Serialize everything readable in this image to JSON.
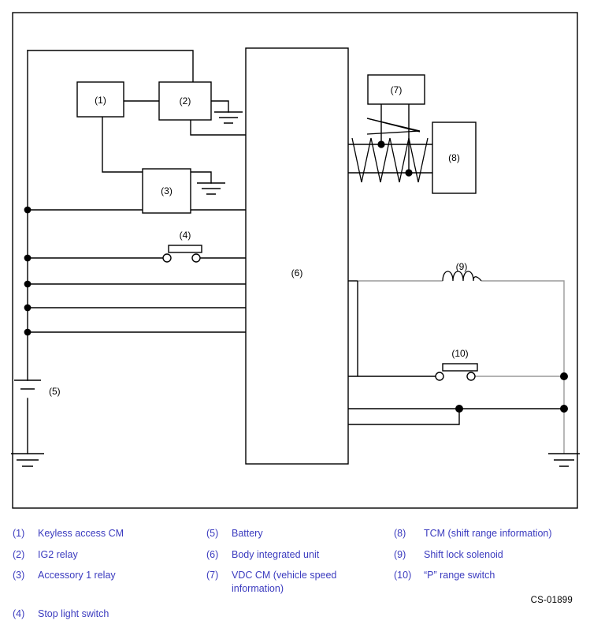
{
  "diagram": {
    "code": "CS-01899",
    "frame": {
      "color": "#000000"
    },
    "wire_colors": {
      "primary": "#000000",
      "secondary": "#9a9a9a"
    },
    "component_labels": {
      "c1": "(1)",
      "c2": "(2)",
      "c3": "(3)",
      "c4": "(4)",
      "c5": "(5)",
      "c6": "(6)",
      "c7": "(7)",
      "c8": "(8)",
      "c9": "(9)",
      "c10": "(10)"
    }
  },
  "legend": {
    "columns": [
      {
        "items": [
          {
            "num": "(1)",
            "text": "Keyless access CM"
          },
          {
            "num": "(2)",
            "text": "IG2 relay"
          },
          {
            "num": "(3)",
            "text": "Accessory 1 relay"
          },
          {
            "num": "(4)",
            "text": "Stop light switch"
          }
        ]
      },
      {
        "items": [
          {
            "num": "(5)",
            "text": "Battery"
          },
          {
            "num": "(6)",
            "text": "Body integrated unit"
          },
          {
            "num": "(7)",
            "text": "VDC CM (vehicle speed information)"
          }
        ]
      },
      {
        "items": [
          {
            "num": "(8)",
            "text": "TCM (shift range information)"
          },
          {
            "num": "(9)",
            "text": "Shift lock solenoid"
          },
          {
            "num": "(10)",
            "text": "“P” range switch"
          }
        ]
      }
    ]
  }
}
